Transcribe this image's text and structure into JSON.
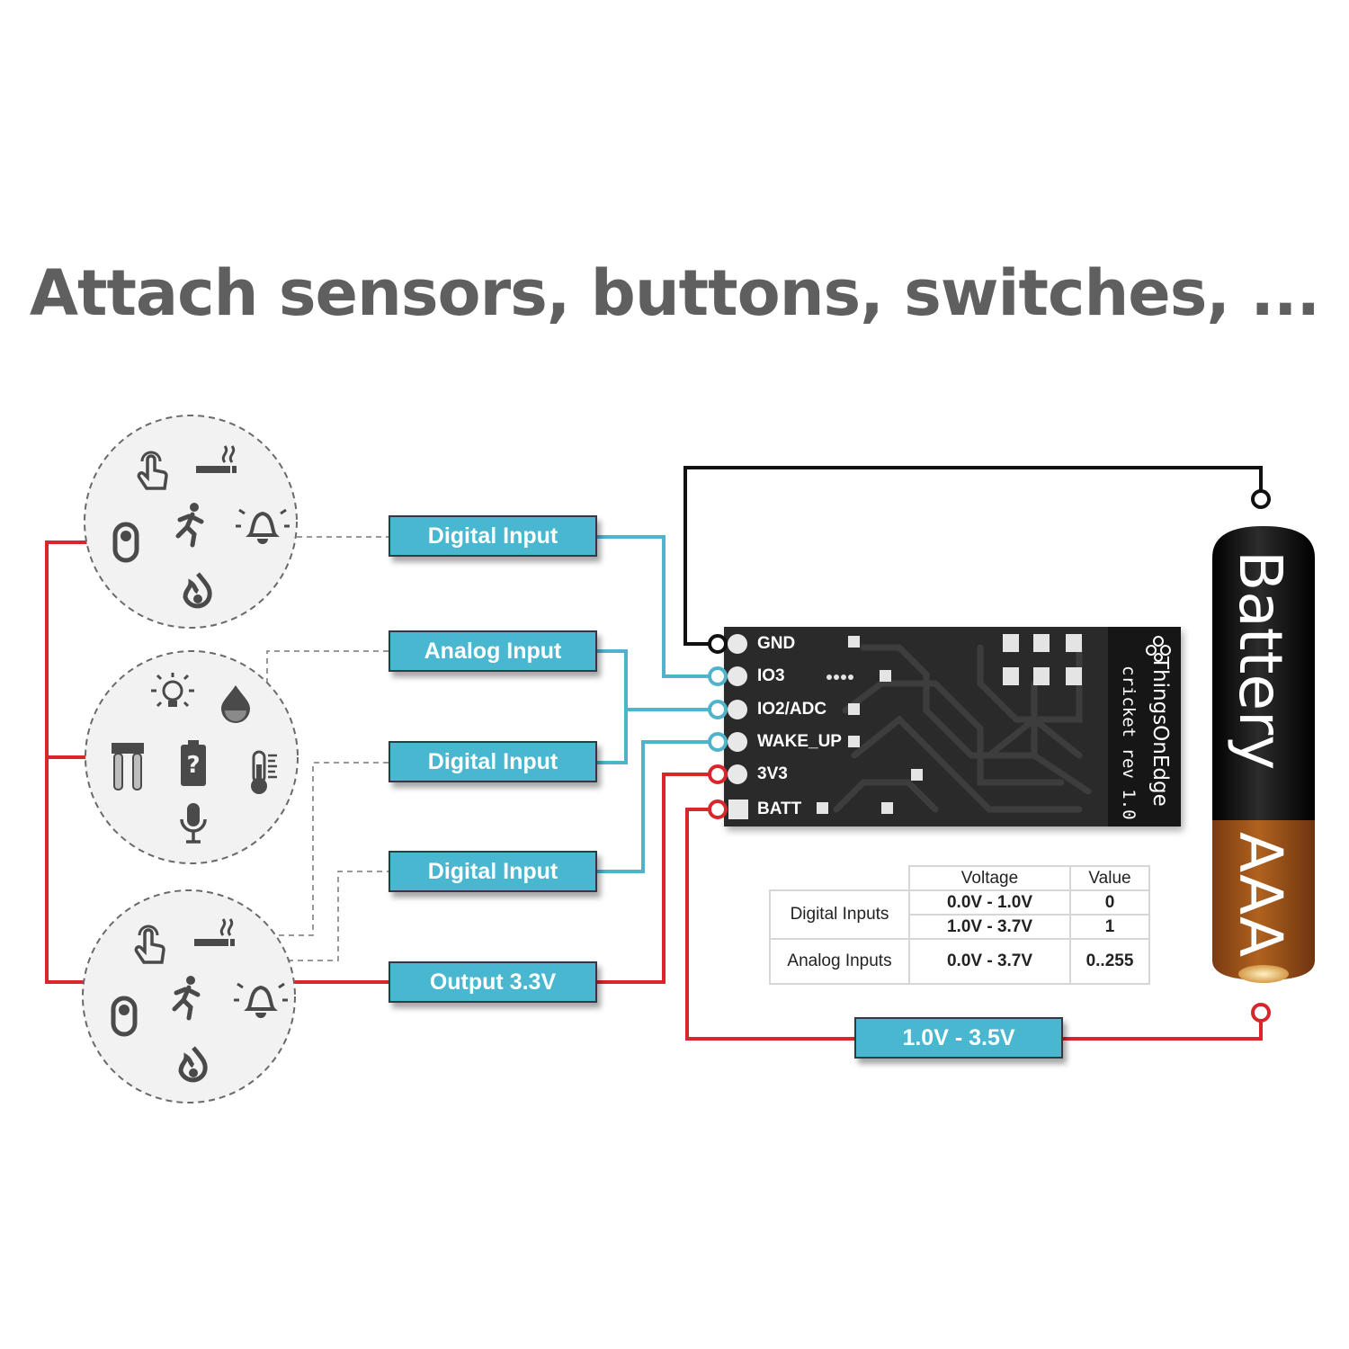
{
  "headline": "Attach sensors, buttons, switches, ...",
  "labels": {
    "digital_input_1": "Digital Input",
    "analog_input": "Analog Input",
    "digital_input_2": "Digital Input",
    "digital_input_3": "Digital Input",
    "output": "Output 3.3V",
    "battery_range": "1.0V - 3.5V"
  },
  "board": {
    "pins": [
      "GND",
      "IO3",
      "IO2/ADC",
      "WAKE_UP",
      "3V3",
      "BATT"
    ],
    "brand": "ThingsOnEdge",
    "revision": "cricket rev 1.0"
  },
  "battery": {
    "label": "Battery",
    "size": "AAA"
  },
  "voltage_table": {
    "headers": [
      "Voltage",
      "Value"
    ],
    "digital_label": "Digital Inputs",
    "analog_label": "Analog Inputs",
    "digital_rows": [
      {
        "voltage": "0.0V - 1.0V",
        "value": "0"
      },
      {
        "voltage": "1.0V - 3.7V",
        "value": "1"
      }
    ],
    "analog_row": {
      "voltage": "0.0V - 3.7V",
      "value": "0..255"
    }
  },
  "sensor_groups": [
    {
      "icons": [
        "touch-icon",
        "smoke-icon",
        "switch-icon",
        "motion-icon",
        "alarm-icon",
        "flame-icon"
      ]
    },
    {
      "icons": [
        "light-icon",
        "water-drop-icon",
        "soil-moisture-icon",
        "battery-unknown-icon",
        "thermometer-icon",
        "microphone-icon"
      ]
    },
    {
      "icons": [
        "touch-icon",
        "smoke-icon",
        "switch-icon",
        "motion-icon",
        "alarm-icon",
        "flame-icon"
      ]
    }
  ],
  "colors": {
    "digital_wire": "#4fb3cc",
    "power_wire": "#d9262b",
    "ground_wire": "#111111",
    "label_fill": "#48b7cf",
    "board": "#2b2b2b",
    "battery_top": "#111111",
    "battery_bottom": "#a4541f"
  }
}
